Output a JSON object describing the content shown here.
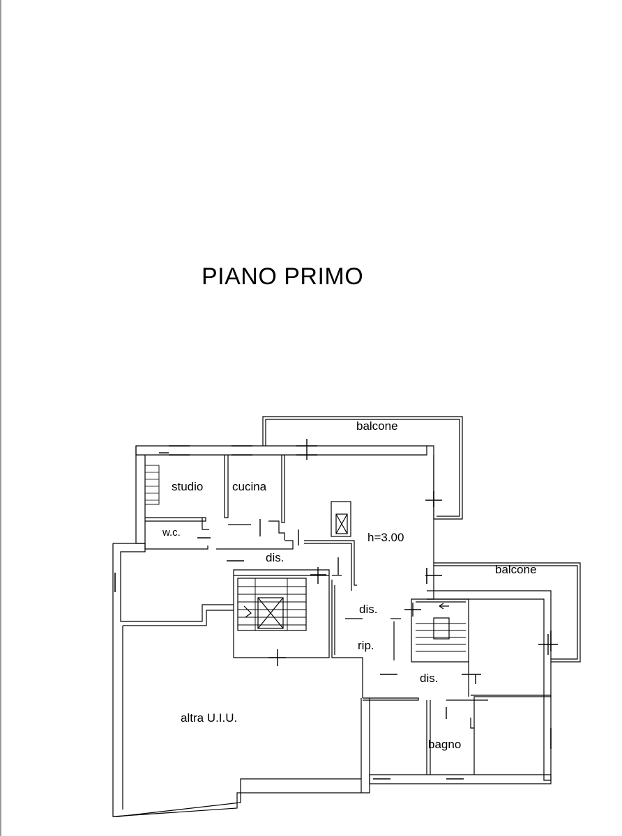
{
  "title": "PIANO PRIMO",
  "rooms": {
    "balcone_top": "balcone",
    "studio": "studio",
    "cucina": "cucina",
    "wc": "w.c.",
    "height": "h=3.00",
    "dis_1": "dis.",
    "balcone_right": "balcone",
    "dis_2": "dis.",
    "rip": "rip.",
    "dis_3": "dis.",
    "altra_uiu": "altra U.I.U.",
    "bagno": "bagno"
  },
  "colors": {
    "line": "#000000",
    "frame": "#9a9a9a",
    "background": "#ffffff"
  }
}
